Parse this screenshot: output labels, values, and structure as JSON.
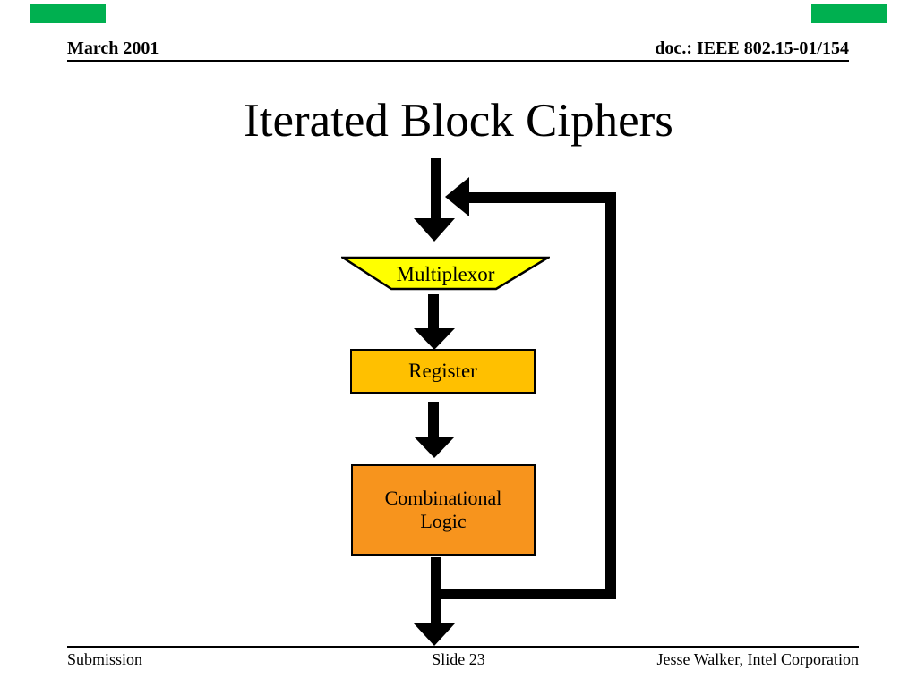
{
  "header": {
    "date": "March 2001",
    "doc_number": "doc.: IEEE 802.15-01/154"
  },
  "title": "Iterated Block Ciphers",
  "diagram": {
    "multiplexor_label": "Multiplexor",
    "register_label": "Register",
    "logic_lines": [
      "Combinational",
      "Logic"
    ]
  },
  "footer": {
    "left": "Submission",
    "center": "Slide 23",
    "right": "Jesse Walker, Intel Corporation"
  },
  "colors": {
    "multiplexor_fill": "#FFFF00",
    "register_fill": "#FFC000",
    "logic_fill": "#F7941D",
    "connector": "#000000",
    "corner_marker": "#00B050",
    "text": "#000000",
    "background": "#FFFFFF"
  }
}
